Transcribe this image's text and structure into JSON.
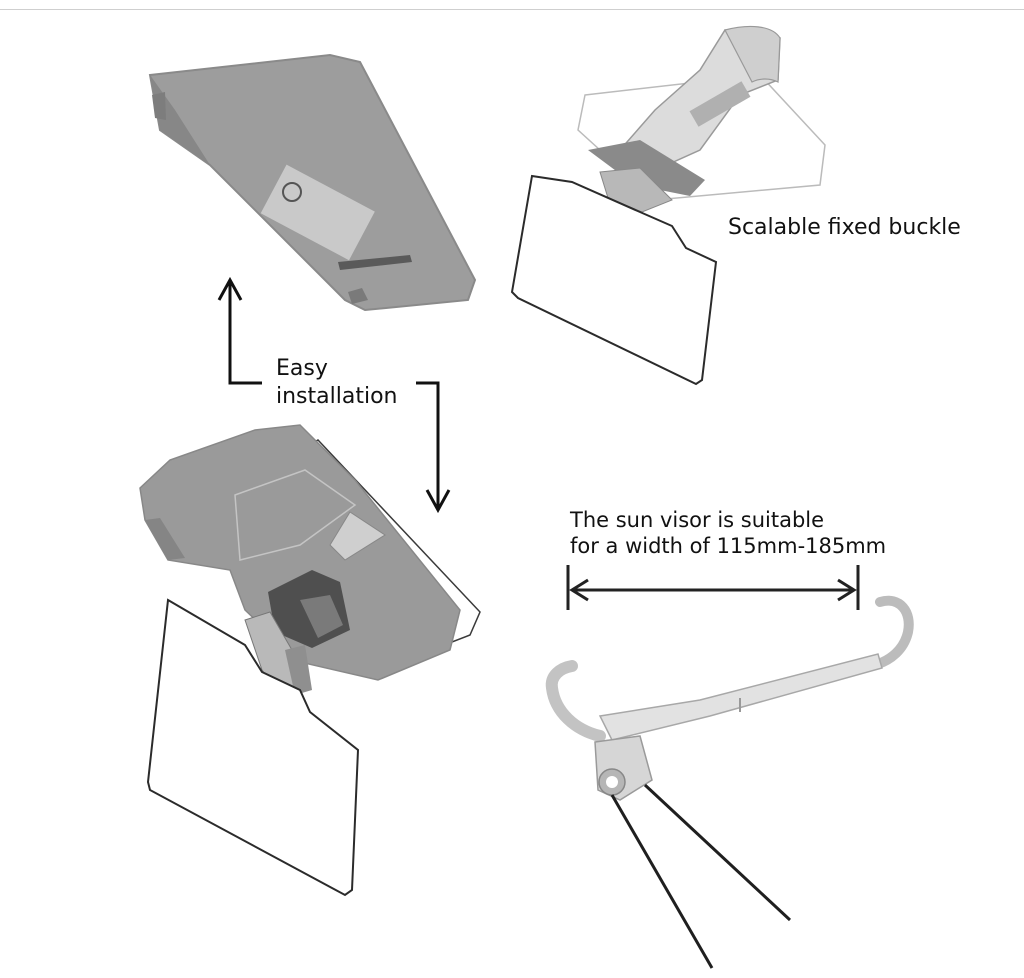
{
  "labels": {
    "buckle": "Scalable fixed buckle",
    "installation": [
      "Easy",
      "installation"
    ],
    "width": [
      "The sun visor is suitable",
      "for a width of 115mm-185mm"
    ]
  },
  "colors": {
    "visor_gray": "#9b9b9b",
    "visor_dark": "#6f6f6f",
    "clip_dark": "#555555",
    "line": "#222222",
    "arrow": "#111111",
    "background": "#ffffff"
  }
}
